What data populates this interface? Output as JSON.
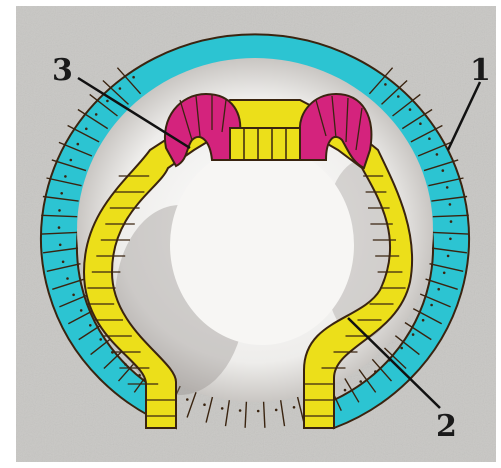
{
  "colors": {
    "background": "#c8c7c4",
    "ectoderm": "#2cc4d2",
    "endoderm": "#ecdf1a",
    "mesoderm": "#d4237d",
    "cavity": "#f4f3f1",
    "outline": "#3a2410",
    "shading": "#7d7873",
    "label": "#1a1a1a"
  },
  "labels": {
    "one": "1",
    "two": "2",
    "three": "3"
  }
}
